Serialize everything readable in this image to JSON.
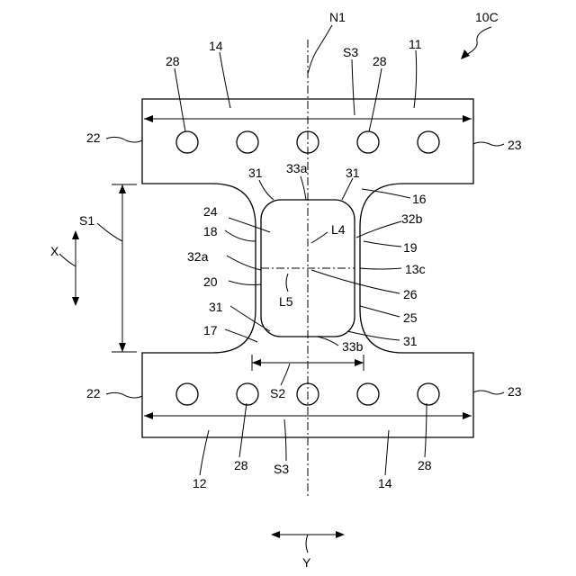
{
  "figure": {
    "ref_10C": "10C",
    "ref_N1": "N1",
    "ref_S3_top": "S3",
    "ref_S3_bottom": "S3",
    "ref_S1": "S1",
    "ref_S2": "S2",
    "ref_X": "X",
    "ref_Y": "Y",
    "ref_11": "11",
    "ref_12": "12",
    "ref_13c": "13c",
    "ref_14_top": "14",
    "ref_14_bottom": "14",
    "ref_16": "16",
    "ref_17": "17",
    "ref_18": "18",
    "ref_19": "19",
    "ref_20": "20",
    "ref_22_top": "22",
    "ref_22_bottom": "22",
    "ref_23_top": "23",
    "ref_23_bottom": "23",
    "ref_24": "24",
    "ref_25": "25",
    "ref_26": "26",
    "ref_28_top_left": "28",
    "ref_28_top_right": "28",
    "ref_28_bottom_left": "28",
    "ref_28_bottom_right": "28",
    "ref_31_top_left": "31",
    "ref_31_top_right": "31",
    "ref_31_bottom_left": "31",
    "ref_31_bottom_right": "31",
    "ref_32a": "32a",
    "ref_32b": "32b",
    "ref_33a": "33a",
    "ref_33b": "33b",
    "ref_L4": "L4",
    "ref_L5": "L5"
  }
}
